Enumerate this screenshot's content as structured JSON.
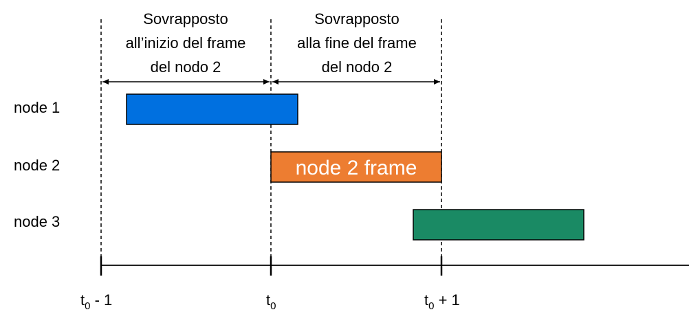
{
  "annotations": {
    "left_span": [
      "Sovrapposto",
      "all’inizio del frame",
      "del nodo 2"
    ],
    "right_span": [
      "Sovrapposto",
      "alla fine del frame",
      "del nodo 2"
    ]
  },
  "rows": [
    {
      "label": "node 1",
      "color": "#0070e0",
      "bar_text": ""
    },
    {
      "label": "node 2",
      "color": "#ed7d31",
      "bar_text": "node 2 frame"
    },
    {
      "label": "node 3",
      "color": "#1a8a64",
      "bar_text": ""
    }
  ],
  "axis": {
    "ticks": [
      {
        "base": "t",
        "sub": "0",
        "suffix": " - 1"
      },
      {
        "base": "t",
        "sub": "0",
        "suffix": ""
      },
      {
        "base": "t",
        "sub": "0",
        "suffix": " + 1"
      }
    ]
  }
}
